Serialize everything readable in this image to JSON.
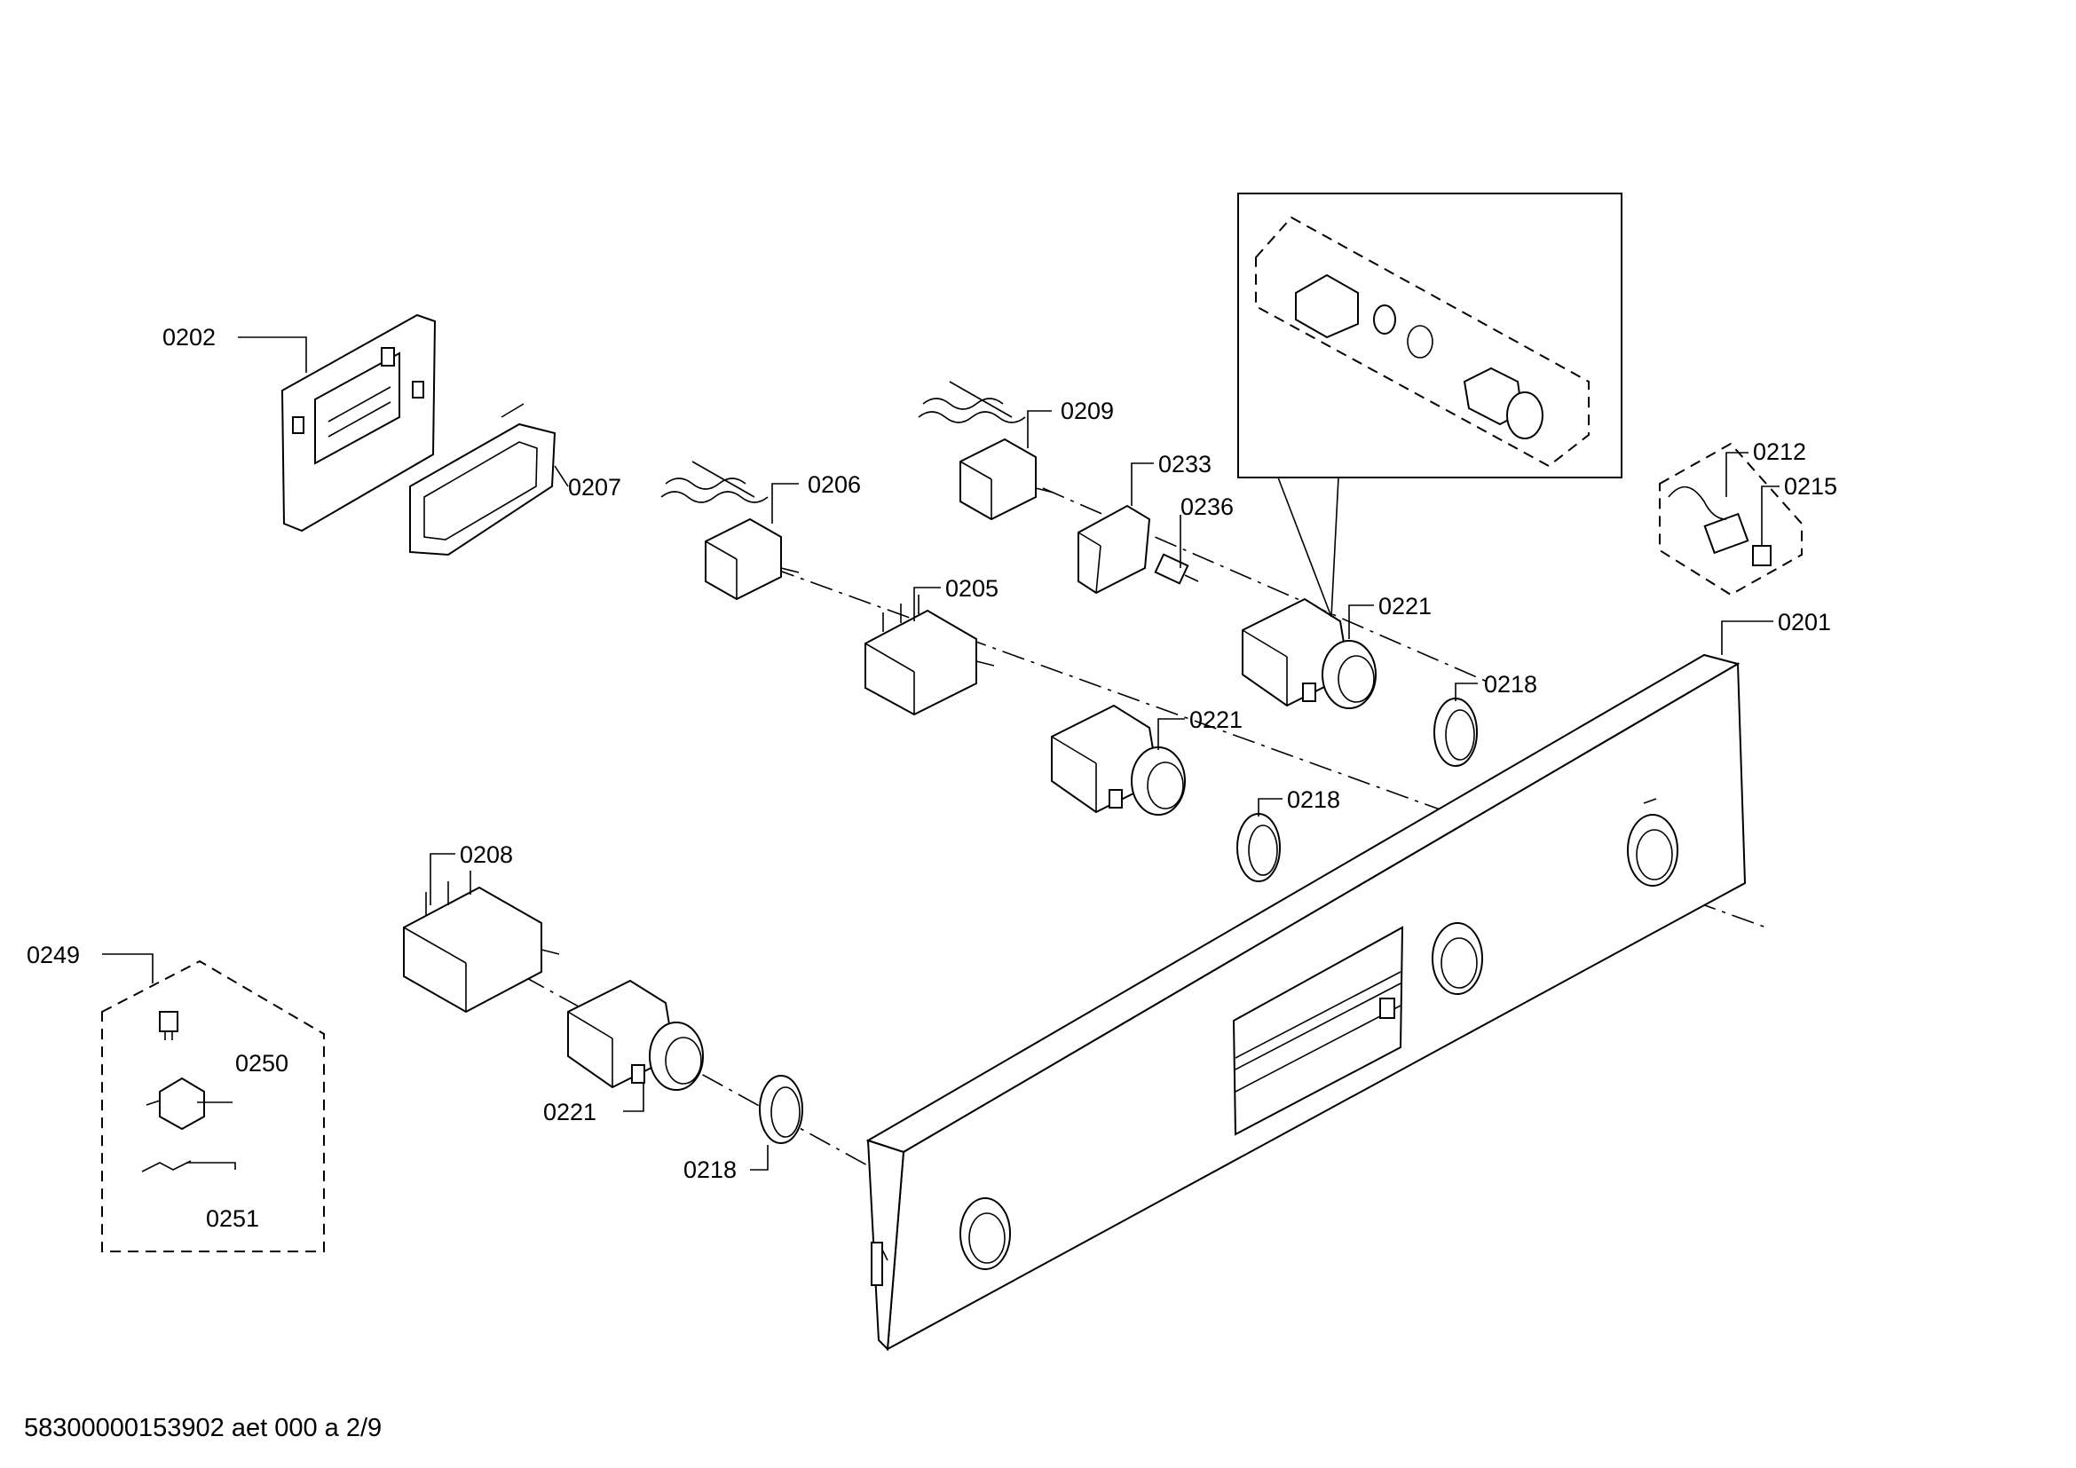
{
  "labels": {
    "l0202": "0202",
    "l0207": "0207",
    "l0206": "0206",
    "l0209": "0209",
    "l0233": "0233",
    "l0236": "0236",
    "l0205": "0205",
    "l0221a": "0221",
    "l0221b": "0221",
    "l0221c": "0221",
    "l0212": "0212",
    "l0215": "0215",
    "l0201": "0201",
    "l0218a": "0218",
    "l0218b": "0218",
    "l0218c": "0218",
    "l0208": "0208",
    "l0249": "0249",
    "l0250": "0250",
    "l0251": "0251"
  },
  "footer": {
    "code": "58300000153902 aet 000 a 2/9"
  }
}
